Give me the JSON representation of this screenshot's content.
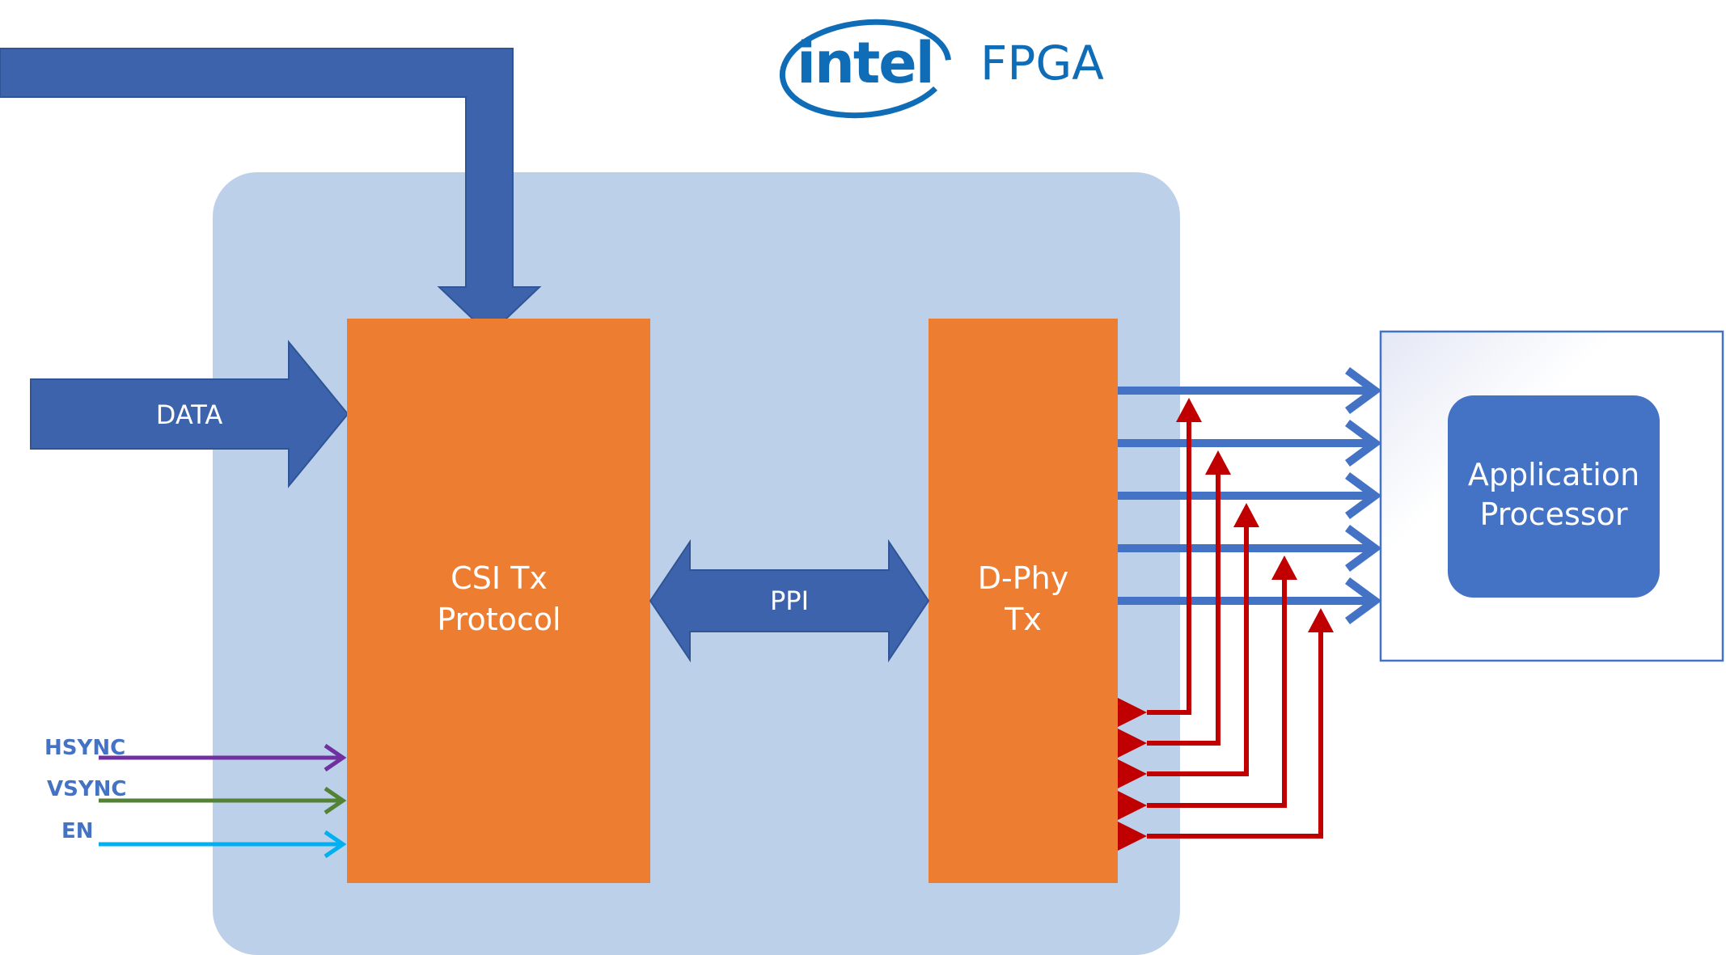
{
  "logo": {
    "brand": "intel",
    "product": "FPGA"
  },
  "blocks": {
    "csi_tx_line1": "CSI Tx",
    "csi_tx_line2": "Protocol",
    "dphy_line1": "D-Phy",
    "dphy_line2": "Tx",
    "app_line1": "Application",
    "app_line2": "Processor"
  },
  "arrows": {
    "data": "DATA",
    "ppi": "PPI"
  },
  "signals": {
    "hsync": "HSYNC",
    "vsync": "VSYNC",
    "en": "EN"
  },
  "colors": {
    "fpga_bg": "#bdd0e9",
    "block_orange": "#ed7d31",
    "arrow_blue": "#3c63ac",
    "lane_blue": "#4472c4",
    "clock_red": "#c00000",
    "hsync": "#7030a0",
    "vsync": "#548235",
    "en": "#00b0f0",
    "intel_blue": "#0f6cb6"
  }
}
